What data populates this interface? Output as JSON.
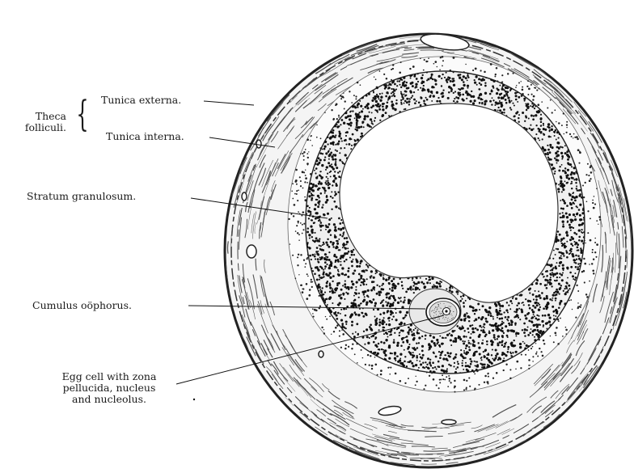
{
  "labels": {
    "theca_line1": "Theca",
    "theca_line2": "folliculi.",
    "tunica_externa": "Tunica externa.",
    "tunica_interna": "Tunica interna.",
    "stratum_granulosum": "Stratum granulosum.",
    "cumulus_oophorus": "Cumulus oöphorus.",
    "egg_cell_line1": "Egg cell with zona",
    "egg_cell_line2": "pellucida, nucleus",
    "egg_cell_line3": "and nucleolus."
  },
  "colors": {
    "ink": "#1a1a1a",
    "paper": "#ffffff",
    "tissue": "#f3f3f3"
  }
}
